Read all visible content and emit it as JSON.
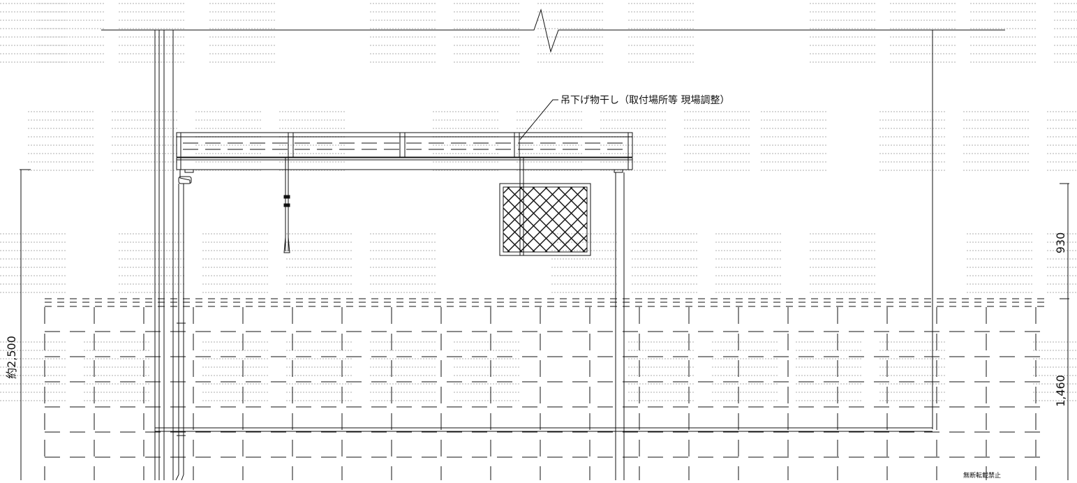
{
  "annotation": {
    "label": "吊下げ物干し（取付場所等 現場調整）"
  },
  "dimensions": {
    "total_height": "約2,500",
    "upper_segment": "930",
    "lower_segment": "1,460"
  },
  "watermark": {
    "text": "無断転載禁止",
    "color": "#d6d6d6"
  },
  "colors": {
    "line": "#111111",
    "background": "#ffffff"
  }
}
